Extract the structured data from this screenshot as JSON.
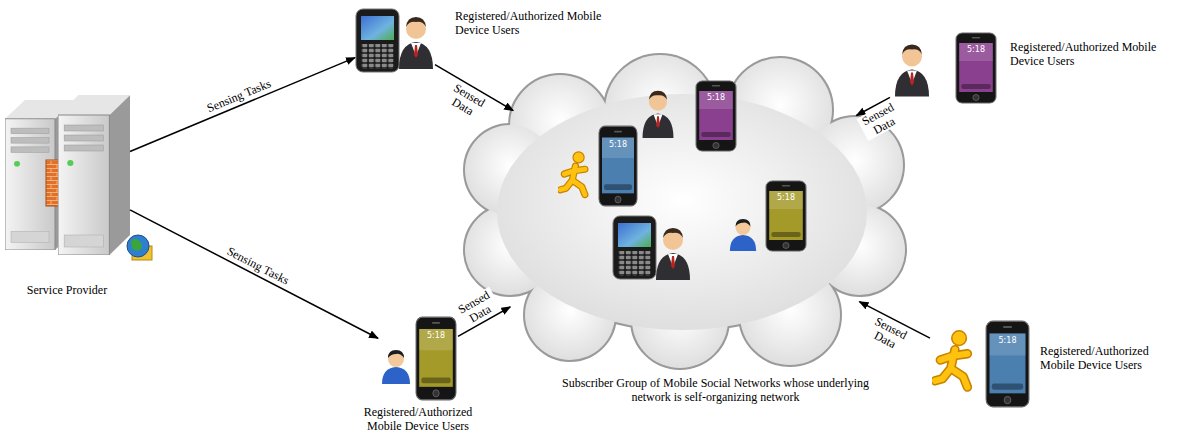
{
  "diagram": {
    "nodes": [
      {
        "text": [
          "Service Provider"
        ]
      },
      {
        "text": [
          "Registered/Authorized Mobile Device Users"
        ]
      },
      {
        "text": [
          "Registered/Authorized Mobile Device Users"
        ]
      },
      {
        "text": [
          "Subscriber Group of Mobile Social Networks whose underlying network is self-organizing network"
        ]
      },
      {
        "text": [
          "Registered/Authorized Mobile Device Users"
        ]
      },
      {
        "text": [
          "Registered/Authorized Mobile Device Users"
        ]
      }
    ],
    "edges": [
      {
        "from": 0,
        "to": 1,
        "arrow": "to",
        "label": "Sensing Tasks"
      },
      {
        "from": 0,
        "to": 2,
        "arrow": "to",
        "label": "Sensing Tasks"
      },
      {
        "from": 1,
        "to": 3,
        "arrow": "to",
        "label": "Sensed Data"
      },
      {
        "from": 2,
        "to": 3,
        "arrow": "to",
        "label": "Sensed Data"
      },
      {
        "from": 4,
        "to": 3,
        "arrow": "to",
        "label": "Sensed Data"
      },
      {
        "from": 5,
        "to": 3,
        "arrow": "to",
        "label": "Sensed Data"
      }
    ],
    "labels": [
      "5:18",
      "5:18",
      "5:18",
      "5:18",
      "5:18",
      "5:18"
    ]
  }
}
